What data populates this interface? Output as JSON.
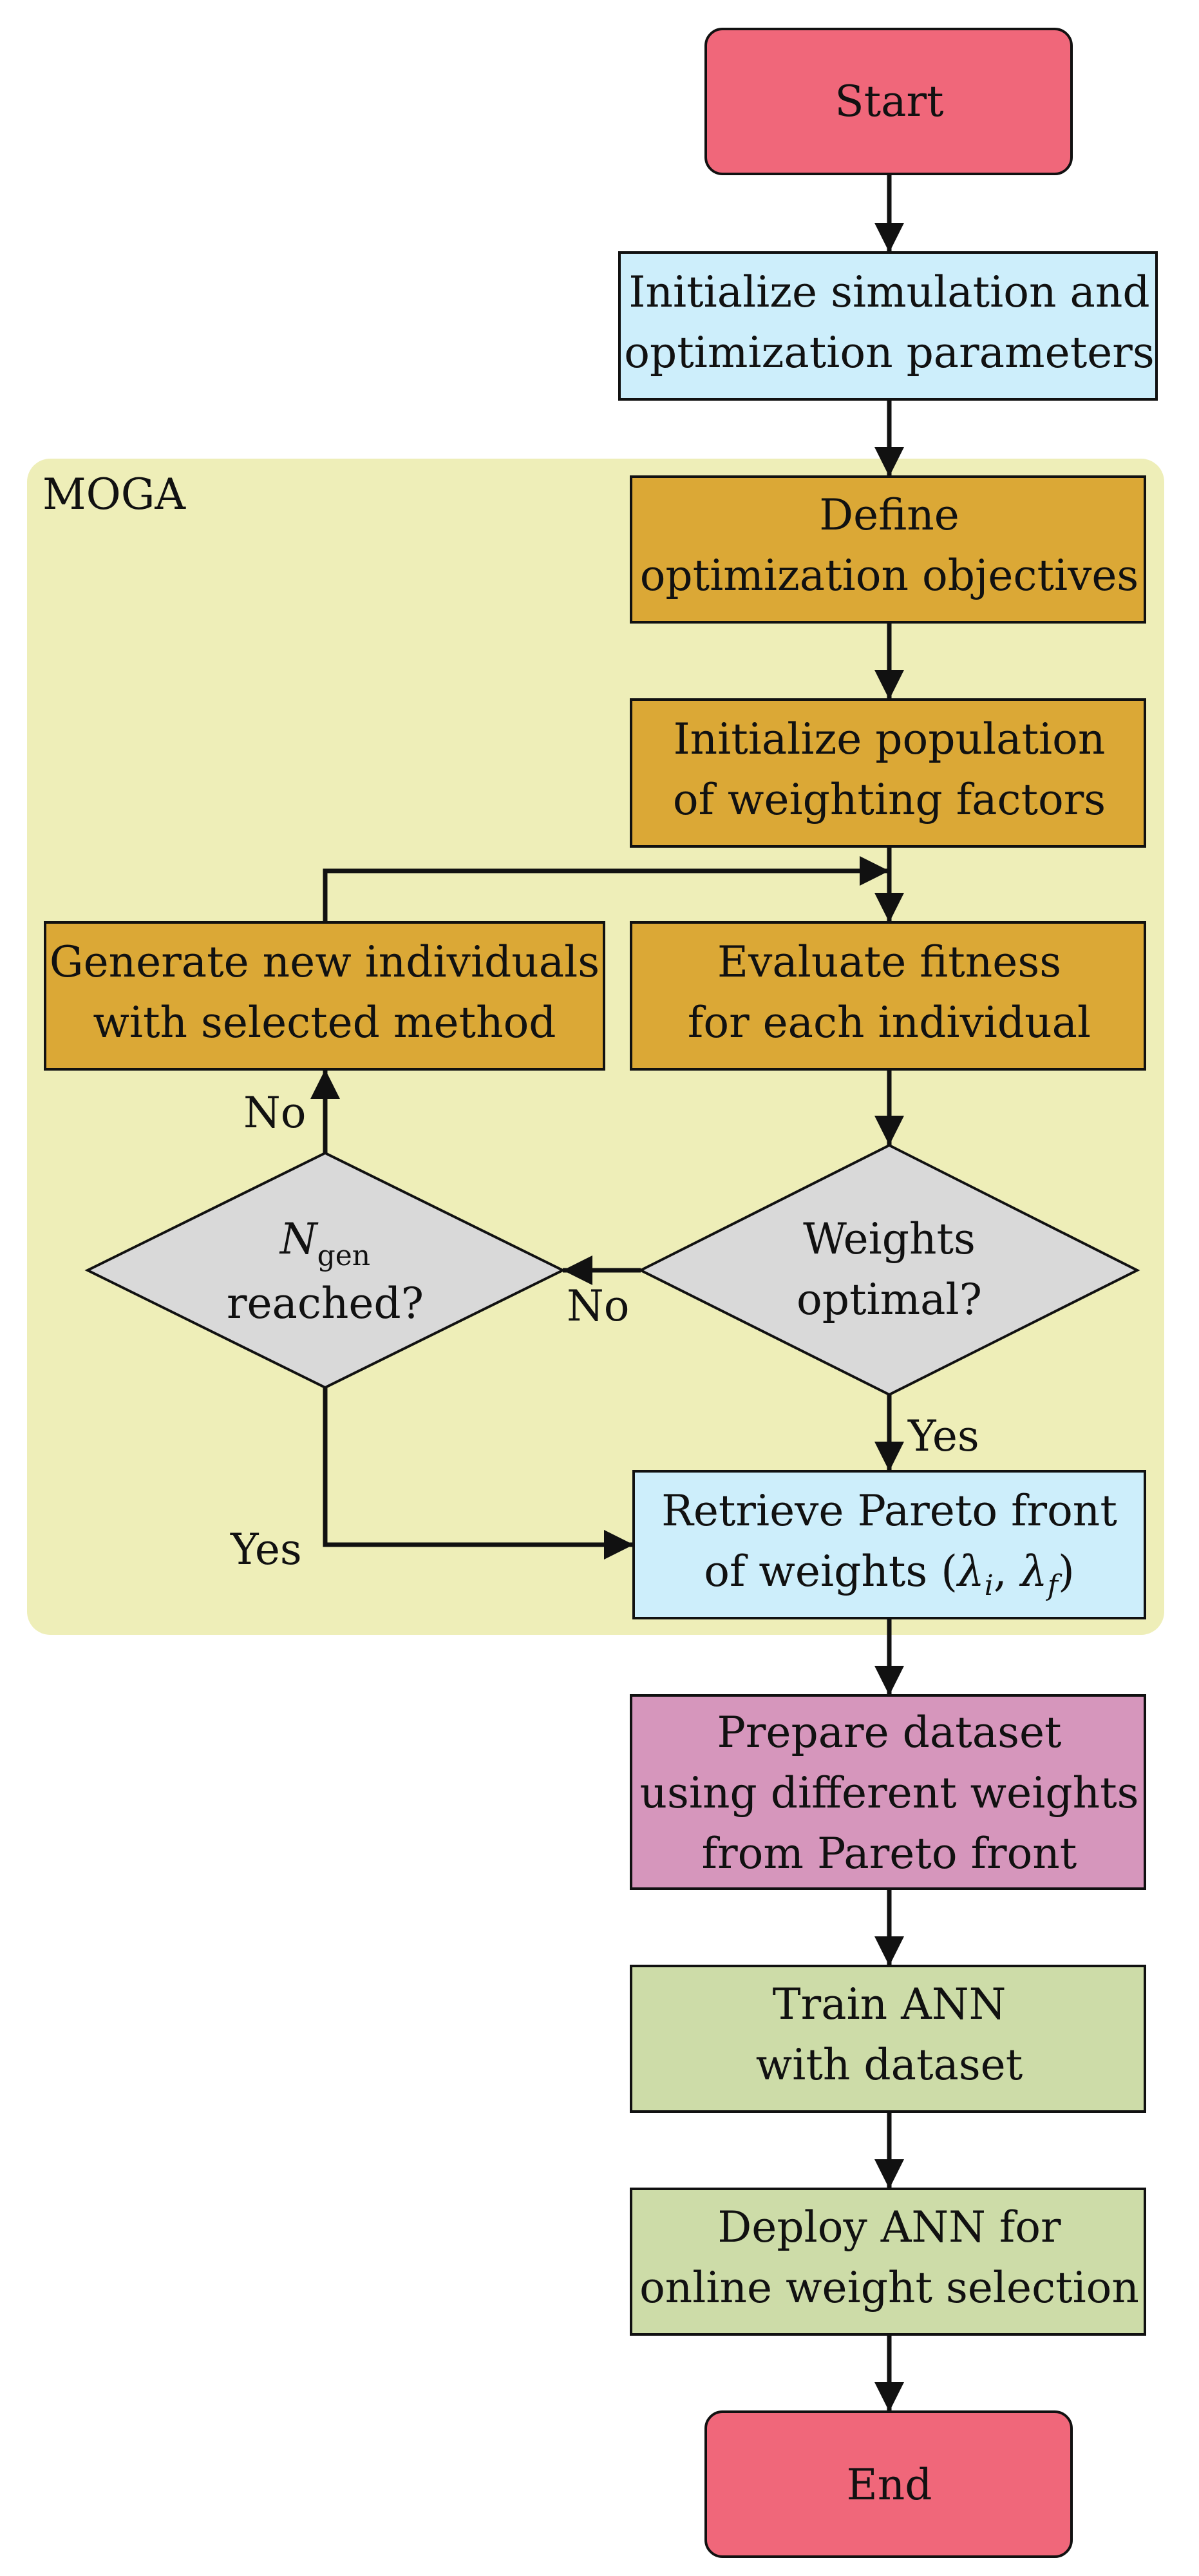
{
  "colors": {
    "terminal": "#f0677a",
    "init": "#cdeefb",
    "process": "#dba836",
    "decision": "#d9d9d9",
    "dataset": "#d696bc",
    "ann": "#cddca8",
    "group": "#eeeeb8"
  },
  "group": {
    "label": "MOGA"
  },
  "nodes": {
    "start": {
      "lines": [
        "Start"
      ]
    },
    "init_params": {
      "lines": [
        "Initialize simulation and",
        "optimization parameters"
      ]
    },
    "define_objectives": {
      "lines": [
        "Define",
        "optimization objectives"
      ]
    },
    "init_population": {
      "lines": [
        "Initialize population",
        "of weighting factors"
      ]
    },
    "generate_individuals": {
      "lines": [
        "Generate new individuals",
        "with selected method"
      ]
    },
    "evaluate_fitness": {
      "lines": [
        "Evaluate fitness",
        "for each individual"
      ]
    },
    "ngen_reached": {
      "symbol": "N",
      "subscript": "gen",
      "line2": "reached?"
    },
    "weights_optimal": {
      "lines": [
        "Weights",
        "optimal?"
      ]
    },
    "retrieve_pareto": {
      "line1": "Retrieve Pareto front",
      "line2_prefix": "of weights ",
      "lambda1": "λ",
      "sub1": "i",
      "lambda2": "λ",
      "sub2": "f"
    },
    "prepare_dataset": {
      "lines": [
        "Prepare dataset",
        "using different weights",
        "from Pareto front"
      ]
    },
    "train_ann": {
      "lines": [
        "Train ANN",
        "with dataset"
      ]
    },
    "deploy_ann": {
      "lines": [
        "Deploy ANN for",
        "online weight selection"
      ]
    },
    "end": {
      "lines": [
        "End"
      ]
    }
  },
  "edge_labels": {
    "weights_optimal_no": "No",
    "weights_optimal_yes": "Yes",
    "ngen_no": "No",
    "ngen_yes": "Yes"
  }
}
